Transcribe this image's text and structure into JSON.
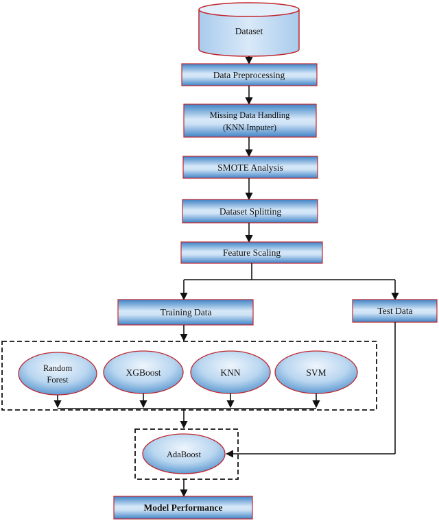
{
  "diagram": {
    "nodes": {
      "dataset": "Dataset",
      "preprocessing": "Data Preprocessing",
      "missing_line1": "Missing Data Handling",
      "missing_line2": "(KNN Imputer)",
      "smote": "SMOTE Analysis",
      "splitting": "Dataset Splitting",
      "scaling": "Feature Scaling",
      "training": "Training Data",
      "test": "Test Data",
      "rf_line1": "Random",
      "rf_line2": "Forest",
      "xgboost": "XGBoost",
      "knn": "KNN",
      "svm": "SVM",
      "adaboost": "AdaBoost",
      "performance": "Model Performance"
    },
    "colors": {
      "box_fill_light": "#dbeaf8",
      "box_fill_dark": "#3f83c6",
      "border": "#c0262d",
      "line": "#111111"
    }
  }
}
